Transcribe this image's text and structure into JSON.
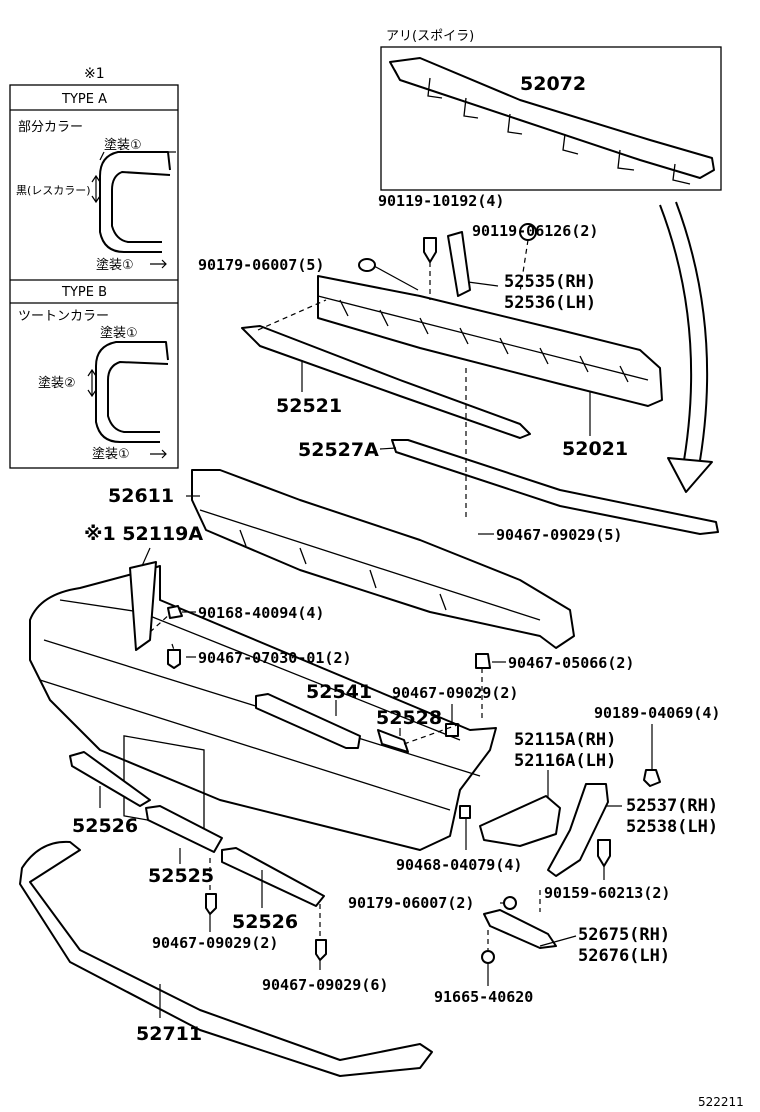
{
  "inset": {
    "ref_mark": "※1",
    "type_a": {
      "title": "TYPE A",
      "subtitle": "部分カラー",
      "paint_top": "塗装①",
      "paint_mid": "黒(レスカラー)",
      "paint_bottom": "塗装①"
    },
    "type_b": {
      "title": "TYPE B",
      "subtitle": "ツートンカラー",
      "paint_top": "塗装①",
      "paint_mid": "塗装②",
      "paint_bottom": "塗装①"
    }
  },
  "spoiler_box": {
    "caption": "アリ(スポイラ)",
    "part": "52072"
  },
  "parts": {
    "p1": "90119-10192(4)",
    "p2": "90119-06126(2)",
    "p3": "90179-06007(5)",
    "p4": "52535(RH)",
    "p5": "52536(LH)",
    "p6": "52521",
    "p7": "52021",
    "p8": "52527A",
    "p9": "52611",
    "p10": "90467-09029(5)",
    "p11": "※1 52119A",
    "p12": "90168-40094(4)",
    "p13": "90467-07030-01(2)",
    "p14": "90467-05066(2)",
    "p15": "52541",
    "p16": "90467-09029(2)",
    "p17": "52528",
    "p18": "90189-04069(4)",
    "p19": "52115A(RH)",
    "p20": "52116A(LH)",
    "p21": "52537(RH)",
    "p22": "52538(LH)",
    "p23": "52526",
    "p24": "90468-04079(4)",
    "p25": "52525",
    "p26": "90159-60213(2)",
    "p27": "90179-06007(2)",
    "p28": "52526",
    "p29": "52675(RH)",
    "p30": "52676(LH)",
    "p31": "90467-09029(2)",
    "p32": "91665-40620",
    "p33": "90467-09029(6)",
    "p34": "52711"
  },
  "figure_id": "522211"
}
